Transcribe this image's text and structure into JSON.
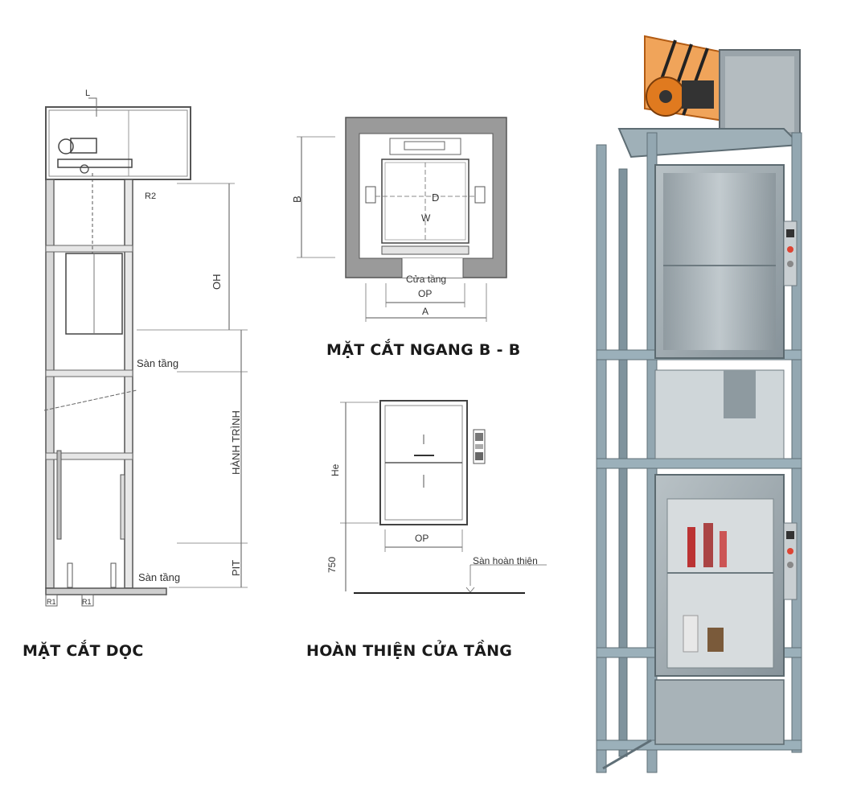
{
  "titles": {
    "section_long": "MẶT CẮT DỌC",
    "section_cross": "MẶT CẮT NGANG B - B",
    "door_finish": "HOÀN THIỆN CỬA TẦNG"
  },
  "long_section": {
    "labels": {
      "floor_top": "Sàn tầng",
      "floor_bottom": "Sàn tầng",
      "oh": "OH",
      "travel": "HÀNH TRÌNH",
      "pit": "PIT",
      "l": "L",
      "r2": "R2",
      "r1a": "R1",
      "r1b": "R1"
    }
  },
  "cross_section": {
    "labels": {
      "b": "B",
      "d": "D",
      "w": "W",
      "landing_door": "Cửa tầng",
      "op": "OP",
      "a": "A"
    }
  },
  "door_elevation": {
    "labels": {
      "he": "He",
      "op": "OP",
      "sill": "750",
      "finished_floor": "Sàn hoàn thiện"
    }
  },
  "colors": {
    "line": "#555555",
    "wall": "#8a8a8a",
    "frame": "#8fa3ad",
    "steel": "#a9b3b8",
    "motor": "#e07a1f"
  }
}
